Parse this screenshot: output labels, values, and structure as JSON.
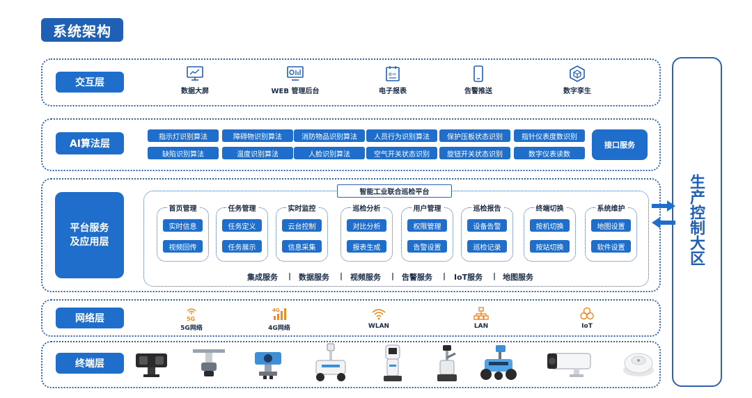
{
  "title": "系统架构",
  "layers": {
    "interaction": {
      "label": "交互层",
      "items": [
        {
          "icon": "monitor-chart-icon",
          "label": "数据大屏"
        },
        {
          "icon": "web-console-icon",
          "label": "WEB 管理后台"
        },
        {
          "icon": "e-report-icon",
          "label": "电子报表"
        },
        {
          "icon": "mobile-phone-icon",
          "label": "告警推送"
        },
        {
          "icon": "cube-icon",
          "label": "数字孪生"
        }
      ]
    },
    "ai": {
      "label": "AI算法层",
      "algorithms_row1": [
        "指示灯识别算法",
        "障碍物识别算法",
        "消防物品识别算法",
        "人员行为识别算法",
        "保护压板状态识别",
        "指针仪表度数识别"
      ],
      "algorithms_row2": [
        "缺陷识别算法",
        "温度识别算法",
        "人脸识别算法",
        "空气开关状态识别",
        "旋钮开关状态识别",
        "数字仪表读数"
      ],
      "interface": "接口服务"
    },
    "platform": {
      "label_line1": "平台服务",
      "label_line2": "及应用层",
      "platform_title": "智能工业联合巡检平台",
      "modules": [
        {
          "title": "首页管理",
          "buttons": [
            "实时信息",
            "视频回传"
          ]
        },
        {
          "title": "任务管理",
          "buttons": [
            "任务定义",
            "任务展示"
          ]
        },
        {
          "title": "实时监控",
          "buttons": [
            "云台控制",
            "信息采集"
          ]
        },
        {
          "title": "巡检分析",
          "buttons": [
            "对比分析",
            "报表生成"
          ]
        },
        {
          "title": "用户管理",
          "buttons": [
            "权限管理",
            "告警设置"
          ]
        },
        {
          "title": "巡检报告",
          "buttons": [
            "设备告警",
            "巡检记录"
          ]
        },
        {
          "title": "终端切换",
          "buttons": [
            "按机切换",
            "按站切换"
          ]
        },
        {
          "title": "系统维护",
          "buttons": [
            "地图设置",
            "软件设置"
          ]
        }
      ],
      "services": [
        "集成服务",
        "数据服务",
        "视频服务",
        "告警服务",
        "IoT服务",
        "地图服务"
      ],
      "separator": "|"
    },
    "network": {
      "label": "网络层",
      "items": [
        {
          "icon": "5g-icon",
          "badge": "5G",
          "label": "5G网络"
        },
        {
          "icon": "4g-signal-icon",
          "badge": "4G",
          "label": "4G网络"
        },
        {
          "icon": "wifi-icon",
          "label": "WLAN"
        },
        {
          "icon": "lan-network-icon",
          "label": "LAN"
        },
        {
          "icon": "iot-icon",
          "label": "IoT"
        }
      ]
    },
    "terminal": {
      "label": "终端层",
      "devices": [
        "ptz-camera-device",
        "rail-robot-device",
        "explosion-proof-camera-device",
        "inspection-robot-device",
        "indoor-robot-device",
        "arm-robot-device",
        "wheeled-robot-device",
        "bullet-camera-device",
        "smoke-detector-device"
      ]
    }
  },
  "production_zone": {
    "label": "生产控制大区"
  },
  "colors": {
    "primary": "#1f6ecb",
    "dark": "#1f5fb4",
    "accent": "#f08a24",
    "text": "#1a2b45"
  }
}
